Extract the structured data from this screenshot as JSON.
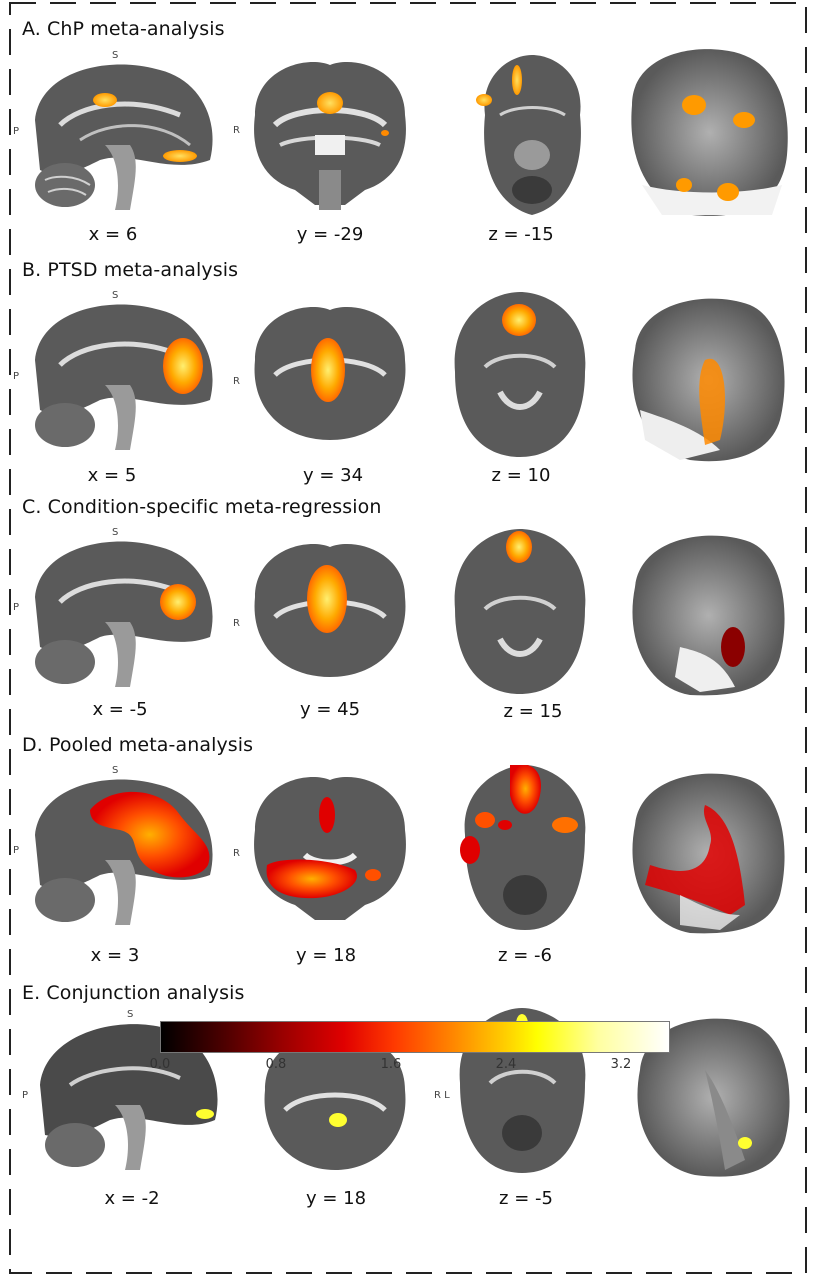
{
  "panels": [
    {
      "title": "A.  ChP meta-analysis",
      "coords": [
        "x = 6",
        "y =  -29",
        "z =   -15"
      ]
    },
    {
      "title": "B. PTSD meta-analysis",
      "coords": [
        "x = 5",
        "y = 34",
        "z = 10"
      ]
    },
    {
      "title": "C. Condition-specific meta-regression",
      "coords": [
        "x = -5",
        "y = 45",
        "z = 15"
      ]
    },
    {
      "title": "D. Pooled meta-analysis",
      "coords": [
        "x = 3",
        "y = 18",
        "z =   -6"
      ]
    },
    {
      "title": "E.  Conjunction analysis",
      "coords": [
        "x =   -2",
        "y = 18",
        "z =   -5"
      ]
    }
  ],
  "orientation_labels": {
    "s": "S",
    "p": "P",
    "r": "R",
    "rl": "R L"
  },
  "colorbar": {
    "ticks": [
      "0.0",
      "0.8",
      "1.6",
      "2.4",
      "3.2"
    ]
  },
  "colors": {
    "activation_yellow": "#ffd000",
    "activation_orange": "#ff8a00",
    "activation_red": "#e00000",
    "dark_red": "#8b0000"
  }
}
